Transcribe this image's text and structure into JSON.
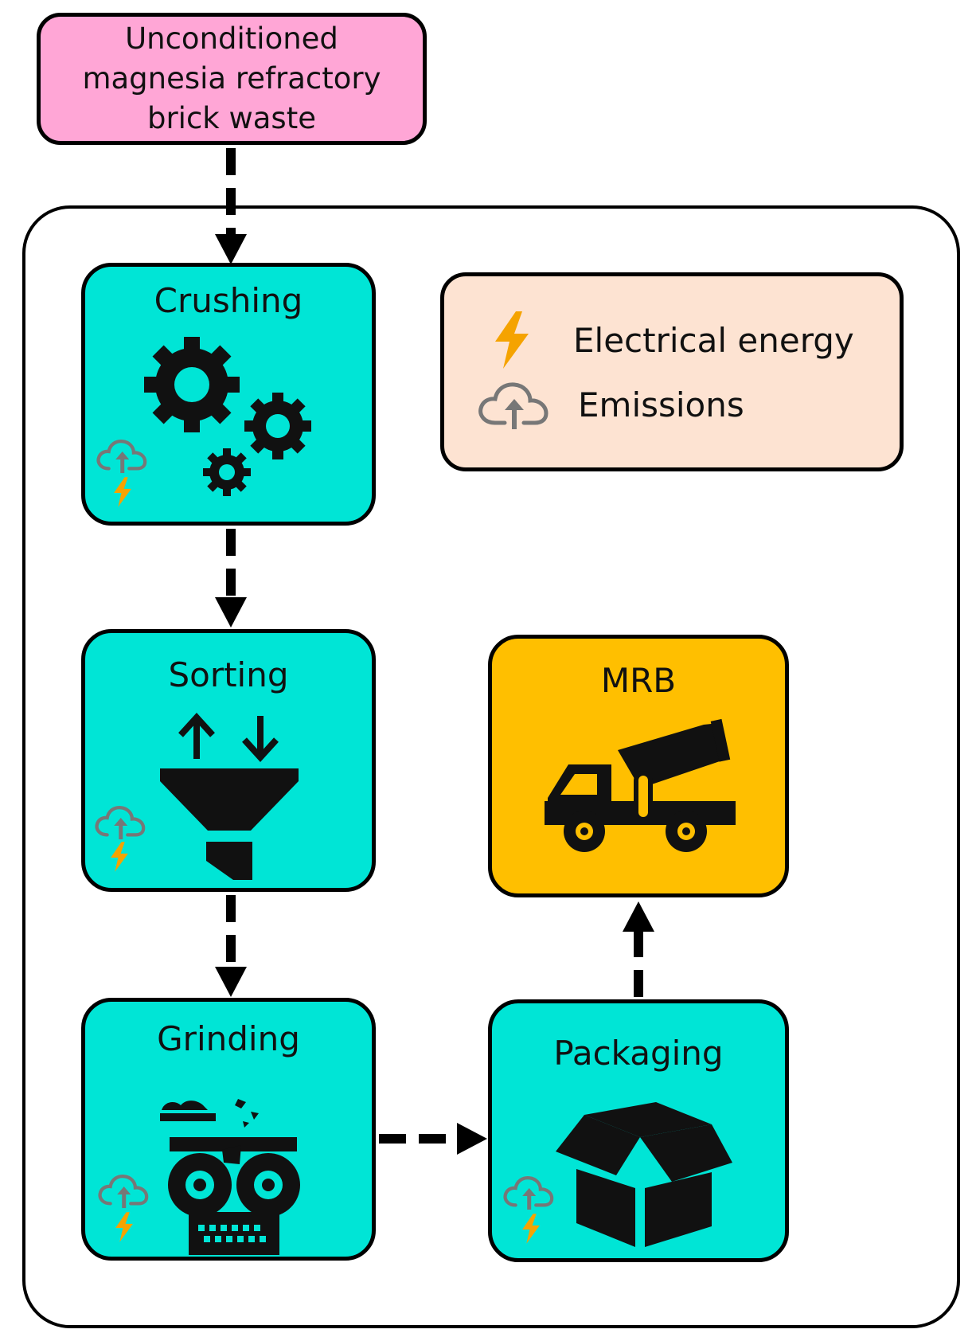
{
  "diagram": {
    "input_label": "Unconditioned\nmagnesia refractory\nbrick waste",
    "steps": {
      "crushing": "Crushing",
      "sorting": "Sorting",
      "grinding": "Grinding",
      "packaging": "Packaging"
    },
    "product": "MRB"
  },
  "legend": {
    "electrical": "Electrical energy",
    "emissions": "Emissions"
  },
  "colors": {
    "input": "#ffa6d6",
    "step": "#00e5d6",
    "product": "#ffbf00",
    "legend": "#fde3d2",
    "lightning": "#f5a300",
    "cloud": "#777777"
  },
  "icons": [
    "lightning-icon",
    "cloud-upload-icon",
    "gears-icon",
    "funnel-icon",
    "crusher-icon",
    "box-icon",
    "cement-truck-icon"
  ]
}
